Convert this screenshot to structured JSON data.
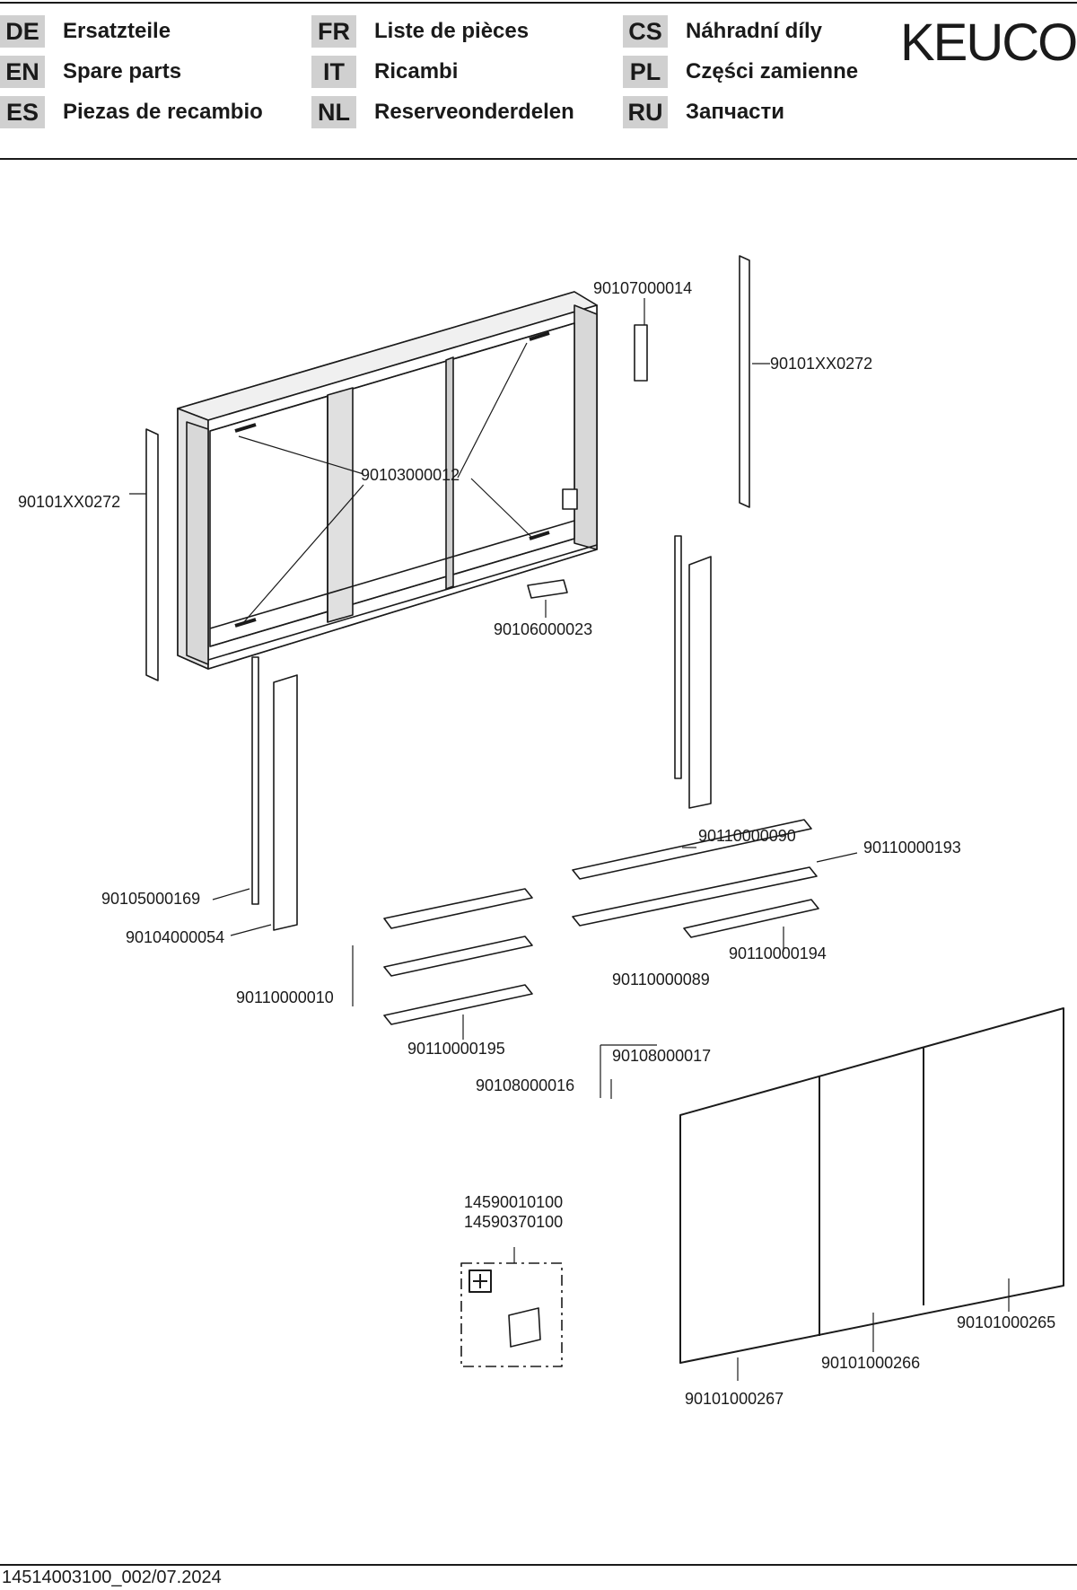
{
  "brand": "KEUCO",
  "languages": [
    {
      "code": "DE",
      "title": "Ersatzteile"
    },
    {
      "code": "EN",
      "title": "Spare parts"
    },
    {
      "code": "ES",
      "title": "Piezas de recambio"
    },
    {
      "code": "FR",
      "title": "Liste de pièces"
    },
    {
      "code": "IT",
      "title": "Ricambi"
    },
    {
      "code": "NL",
      "title": "Reserveonderdelen"
    },
    {
      "code": "CS",
      "title": "Náhradní díly"
    },
    {
      "code": "PL",
      "title": "Części zamienne"
    },
    {
      "code": "RU",
      "title": "Запчасти"
    }
  ],
  "parts": {
    "hinge_cover": "90107000014",
    "side_panel_right": "90101XX0272",
    "side_panel_left": "90101XX0272",
    "shelf_holder_body": "90103000012",
    "socket": "90106000023",
    "light_profile": "90105000169",
    "light_cover": "90104000054",
    "shelf_clips_center": "90110000090",
    "shelf_long": "90110000193",
    "shelf_short": "90110000194",
    "clips_small": "90110000089",
    "clips_left": "90110000010",
    "shelf_left": "90110000195",
    "door_hinge_b": "90108000017",
    "door_hinge_a": "90108000016",
    "accessory_1": "14590010100",
    "accessory_2": "14590370100",
    "door_right": "90101000265",
    "door_middle": "90101000266",
    "door_left": "90101000267"
  },
  "footer": {
    "document_number": "14514003100_002/07.2024"
  }
}
